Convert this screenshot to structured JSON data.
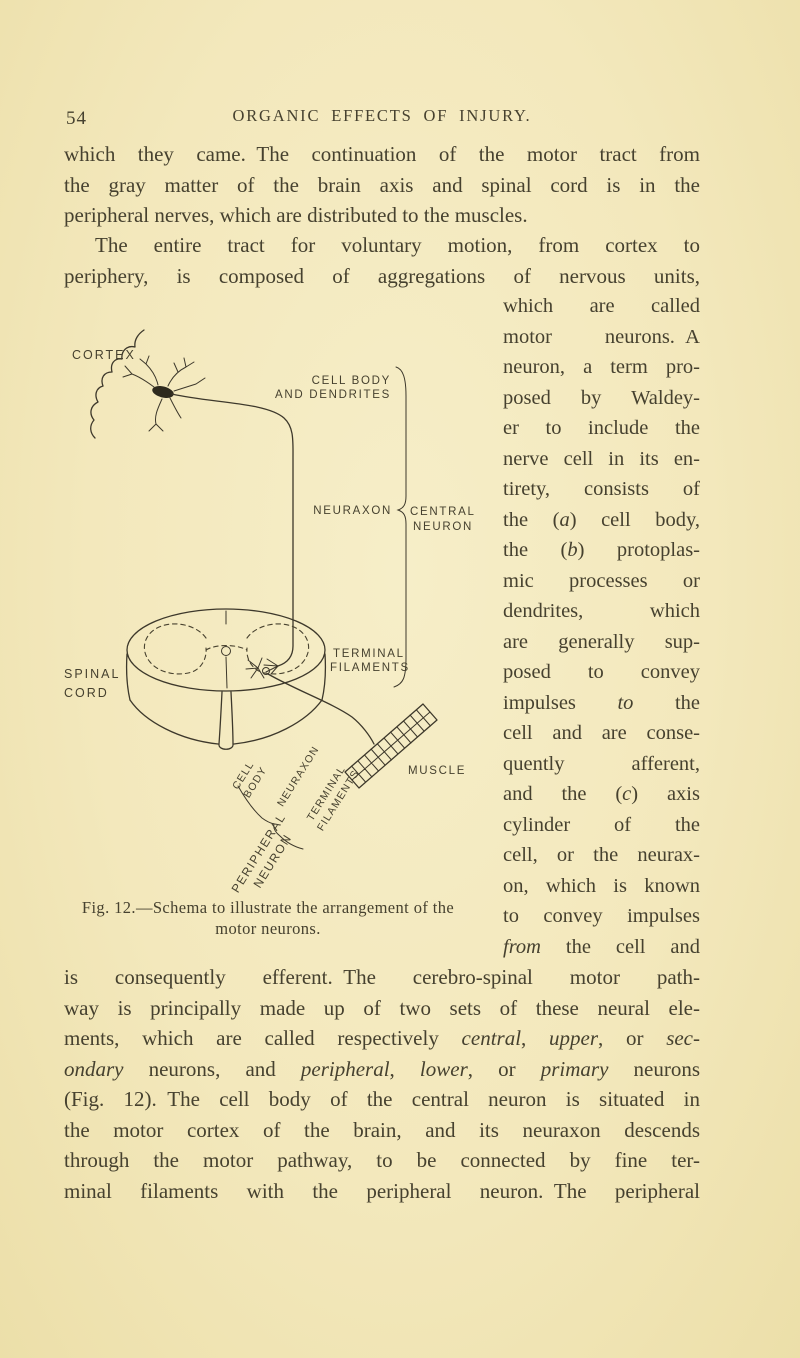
{
  "page": {
    "number": "54",
    "running_head": "ORGANIC EFFECTS OF INJURY.",
    "para1": [
      [
        "which they came. The continuation of the motor tract from"
      ],
      [
        "the gray matter of the brain axis and spinal cord is in the"
      ],
      [
        "peripheral nerves, which are distributed to the muscles."
      ]
    ],
    "para2": [
      [
        "The entire tract for voluntary motion, from cortex to"
      ],
      [
        "periphery, is composed of aggregations of nervous units,"
      ]
    ],
    "column": [
      [
        "which are called"
      ],
      [
        "motor neurons. A"
      ],
      [
        "neuron, a term pro-"
      ],
      [
        "posed by Waldey-"
      ],
      [
        "er to include the"
      ],
      [
        "nerve cell in its en-"
      ],
      [
        "tirety, consists of"
      ],
      [
        "the (",
        {
          "i": "a"
        },
        ") cell body,"
      ],
      [
        "the (",
        {
          "i": "b"
        },
        ") protoplas-"
      ],
      [
        "mic processes or"
      ],
      [
        "dendrites, which"
      ],
      [
        "are generally sup-"
      ],
      [
        "posed to convey"
      ],
      [
        "impulses ",
        {
          "i": "to"
        },
        " the"
      ],
      [
        "cell and are conse-"
      ],
      [
        "quently afferent,"
      ],
      [
        "and the (",
        {
          "i": "c"
        },
        ") axis"
      ],
      [
        "cylinder of the"
      ],
      [
        "cell, or the neurax-"
      ],
      [
        "on, which is known"
      ],
      [
        "to convey impulses"
      ],
      [
        {
          "i": "from"
        },
        " the cell and"
      ]
    ],
    "bottom": [
      [
        "is consequently efferent. The cerebro-spinal motor path-"
      ],
      [
        "way is principally made up of two sets of these neural ele-"
      ],
      [
        "ments, which are called respectively ",
        {
          "i": "central"
        },
        ", ",
        {
          "i": "upper"
        },
        ", or ",
        {
          "i": "sec-"
        }
      ],
      [
        {
          "i": "ondary"
        },
        " neurons, and ",
        {
          "i": "peripheral"
        },
        ", ",
        {
          "i": "lower"
        },
        ", or ",
        {
          "i": "primary"
        },
        " neurons"
      ],
      [
        "(Fig. 12). The cell body of the central neuron is situated in"
      ],
      [
        "the motor cortex of the brain, and its neuraxon descends"
      ],
      [
        "through the motor pathway, to be connected by fine ter-"
      ],
      [
        "minal filaments with the peripheral neuron. The peripheral"
      ]
    ]
  },
  "figure": {
    "labels": {
      "cortex": "CORTEX",
      "cell_body_1": "CELL BODY",
      "cell_body_2": "AND DENDRITES",
      "neuraxon": "NEURAXON",
      "central_1": "CENTRAL",
      "central_2": "NEURON",
      "terminal_1": "TERMINAL",
      "terminal_2": "FILAMENTS",
      "spinal_1": "SPINAL",
      "spinal_2": "CORD",
      "muscle": "MUSCLE",
      "p_cell_1": "CELL",
      "p_cell_2": "BODY",
      "p_neuraxon": "NEURAXON",
      "p_terminal_1": "TERMINAL",
      "p_terminal_2": "FILAMENTS",
      "p_peripheral_1": "PERIPHERAL",
      "p_peripheral_2": "NEURON"
    },
    "caption_1": "Fig. 12.—Schema to illustrate the arrangement of the",
    "caption_2": "motor neurons."
  },
  "colors": {
    "paper": "#f3e8bc",
    "ink": "#46412f",
    "figure_ink": "#3d382b"
  }
}
